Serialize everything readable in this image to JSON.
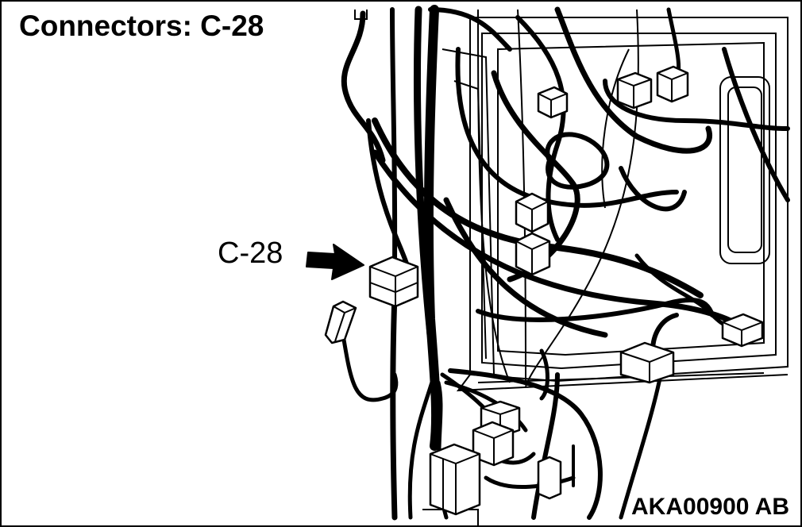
{
  "diagram": {
    "title": "Connectors: C-28",
    "callout_label": "C-28",
    "figure_code": "AKA00900 AB"
  },
  "colors": {
    "ink": "#000000",
    "paper": "#ffffff"
  }
}
